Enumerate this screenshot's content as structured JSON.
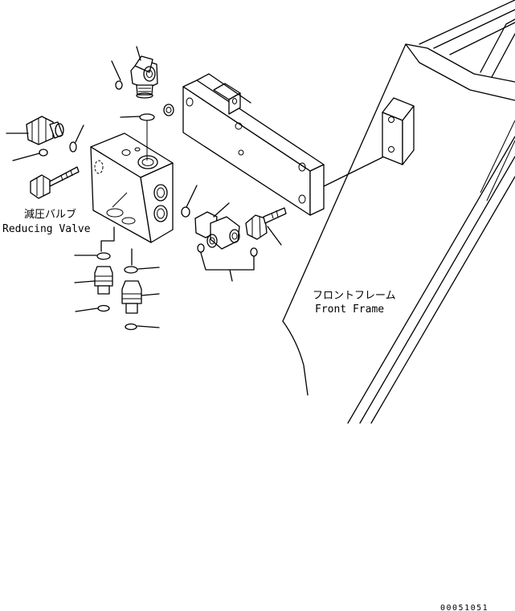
{
  "labels": {
    "reducing_valve_jp": "減圧バルブ",
    "reducing_valve_en": "Reducing Valve",
    "front_frame_jp": "フロントフレーム",
    "front_frame_en": "Front Frame",
    "drawing_number": "00051051"
  }
}
